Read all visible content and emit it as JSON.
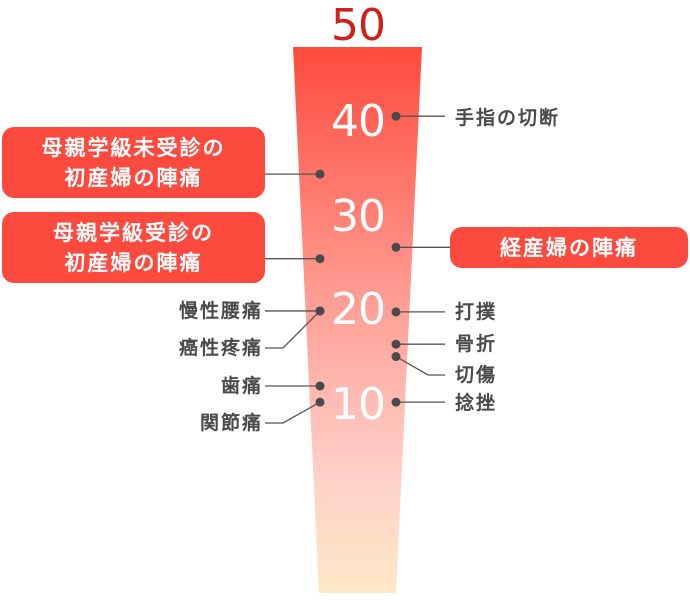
{
  "scale": {
    "ticks": [
      "50",
      "40",
      "30",
      "20",
      "10"
    ],
    "top_color": "#ff4a3d",
    "bottom_color": "#fde6c8",
    "highlight_color": "#fd4a3f",
    "max_label_color": "#d0201a"
  },
  "items": [
    {
      "label_lines": [
        "母親学級未受診の",
        "初産婦の陣痛"
      ],
      "score": 34.3,
      "side": "left",
      "highlight": true
    },
    {
      "label_lines": [
        "母親学級受診の",
        "初産婦の陣痛"
      ],
      "score": 25.4,
      "side": "left",
      "highlight": true
    },
    {
      "label": "慢性腰痛",
      "score": 19.9,
      "side": "left"
    },
    {
      "label": "癌性疼痛",
      "score": 19.9,
      "side": "left"
    },
    {
      "label": "歯痛",
      "score": 12.0,
      "side": "left"
    },
    {
      "label": "関節痛",
      "score": 10.3,
      "side": "left"
    },
    {
      "label": "手指の切断",
      "score": 40.4,
      "side": "right"
    },
    {
      "label": "経産婦の陣痛",
      "score": 26.6,
      "side": "right",
      "highlight": true
    },
    {
      "label": "打撲",
      "score": 19.8,
      "side": "right"
    },
    {
      "label": "骨折",
      "score": 16.4,
      "side": "right"
    },
    {
      "label": "切傷",
      "score": 15.1,
      "side": "right"
    },
    {
      "label": "捻挫",
      "score": 10.3,
      "side": "right"
    }
  ]
}
